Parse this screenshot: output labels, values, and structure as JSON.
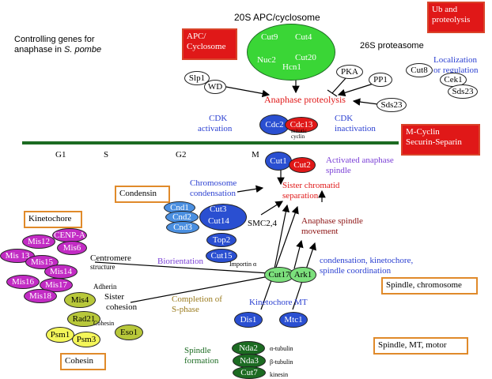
{
  "title_lines": [
    "Controlling genes for",
    "anaphase in "
  ],
  "title_species": "S. pombe",
  "apc_header": "20S APC/cyclosome",
  "proteasome_header": "26S proteasome",
  "boxes": {
    "ub": [
      "Ub and",
      "proteolysis"
    ],
    "apc": [
      "APC/",
      "Cyclosome"
    ],
    "mcyclin": [
      "M-Cyclin",
      "Securin-Separin"
    ],
    "condensin": "Condensin",
    "kinetochore": "Kinetochore",
    "spindle_chromosome": "Spindle, chromosome",
    "spindle_mt_motor": "Spindle, MT, motor",
    "cohesin": "Cohesin"
  },
  "apc_subunits": [
    "Cut9",
    "Cut4",
    "Nuc2",
    "Cut20",
    "Hcn1"
  ],
  "localization": [
    "Localization",
    "or regulation"
  ],
  "regulators": {
    "slp1": "Slp1",
    "wd": "WD",
    "pka": "PKA",
    "pp1": "PP1",
    "sds23": "Sds23",
    "cut8": "Cut8",
    "cek1": "Cek1",
    "sds23b": "Sds23"
  },
  "anaphase_proteolysis": "Anaphase proteolysis",
  "cdk_activation": [
    "CDK",
    "activation"
  ],
  "cdk_inactivation": [
    "CDK",
    "inactivation"
  ],
  "cdc2": "Cdc2",
  "cdc13": "Cdc13",
  "mitotic_cyclin": [
    "mitotic",
    "cyclin"
  ],
  "phases": [
    "G1",
    "S",
    "G2",
    "M"
  ],
  "cut1": "Cut1",
  "cut2": "Cut2",
  "activated_anaphase": [
    "Activated anaphase",
    "spindle"
  ],
  "chromosome_condensation": [
    "Chromosome",
    "condensation"
  ],
  "sister_separation": [
    "Sister chromatid",
    "separation"
  ],
  "cnd": [
    "Cnd1",
    "Cnd2",
    "Cnd3"
  ],
  "cut3": "Cut3",
  "cut14": "Cut14",
  "smc": "SMC2,4",
  "top2": "Top2",
  "cut15": "Cut15",
  "importin": "Importin α",
  "anaphase_movement": [
    "Anaphase spindle",
    "movement"
  ],
  "kinetochore_proteins": [
    "CENP-A",
    "Mis12",
    "Mis6",
    "Mis 13",
    "Mis15",
    "Mis14",
    "Mis16",
    "Mis17",
    "Mis18"
  ],
  "centromere_structure": [
    "Centromere",
    "structure"
  ],
  "biorientation": "Biorientation",
  "cut17": "Cut17",
  "ark1": "Ark1",
  "condensation_kinetochore": [
    "condensation, kinetochore,",
    "spindle coordination"
  ],
  "adherin": "Adherin",
  "mis4": "Mis4",
  "sister_cohesion": [
    "Sister",
    "cohesion"
  ],
  "completion_s": [
    "Completion of",
    "S-phase"
  ],
  "kinetochore_mt": "Kinetochore MT",
  "rad21": "Rad21",
  "cohesin_small": "Cohesin",
  "psm1": "Psm1",
  "psm3": "Psm3",
  "eso1": "Eso1",
  "dis1": "Dis1",
  "mtc1": "Mtc1",
  "spindle_formation": [
    "Spindle",
    "formation"
  ],
  "nda2": "Nda2",
  "nda3": "Nda3",
  "cut7": "Cut7",
  "alpha_tubulin": "α-tubulin",
  "beta_tubulin": "β-tubulin",
  "kinesin": "kinesin",
  "colors": {
    "timeline": "#1c6b22",
    "red_text": "#e01818",
    "blue_text": "#2a3fd1",
    "purple_text": "#7a3fd6",
    "olive_text": "#9a7a1c",
    "dark_red": "#8b1010",
    "green_text": "#1c6b22"
  }
}
